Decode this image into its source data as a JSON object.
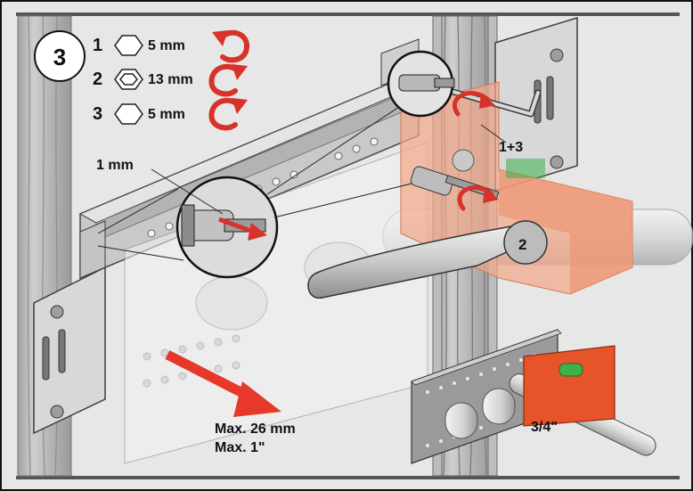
{
  "step": {
    "number": "3"
  },
  "legend": [
    {
      "index": "1",
      "tool": "hex-key",
      "size": "5 mm",
      "direction": "counterclockwise"
    },
    {
      "index": "2",
      "tool": "socket",
      "size": "13 mm",
      "direction": "clockwise"
    },
    {
      "index": "3",
      "tool": "hex-key",
      "size": "5 mm",
      "direction": "clockwise"
    }
  ],
  "callouts": {
    "gap": "1 mm",
    "hex_key_steps": "1+3",
    "socket_step": "2",
    "pipe_size": "3/4\"",
    "max_mm": "Max. 26 mm",
    "max_in": "Max. 1\""
  },
  "colors": {
    "rotation_arrow": "#d8322a",
    "push_arrow": "#e6392c",
    "level": "#e8542a",
    "level_glass": "#3bb24a",
    "highlight_overlay": "#f2a98a",
    "background": "#e7e7e7"
  }
}
